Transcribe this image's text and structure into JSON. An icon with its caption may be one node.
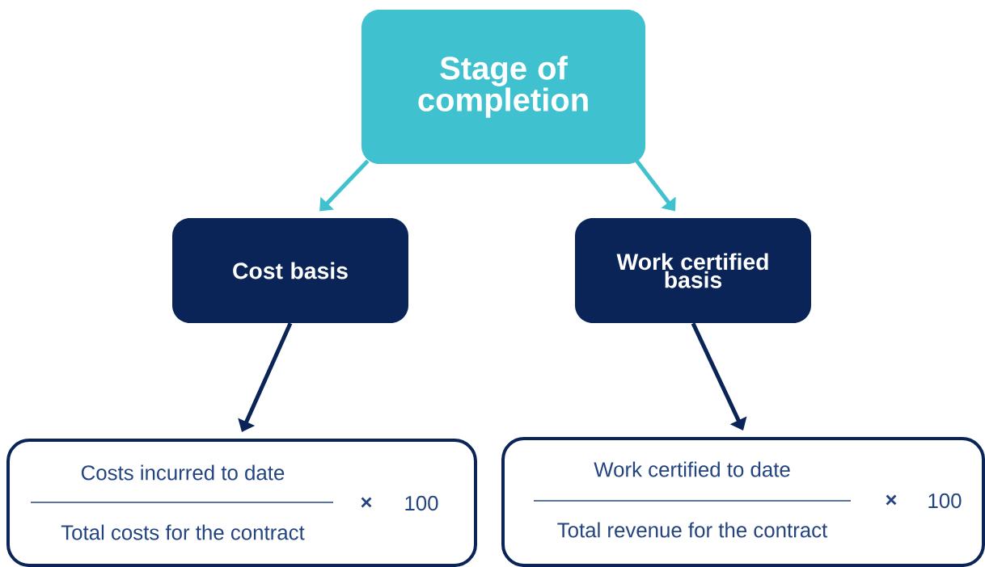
{
  "diagram": {
    "nodes": [
      {
        "text": [
          "Stage of completion"
        ]
      },
      {
        "text": [
          "Cost basis"
        ]
      },
      {
        "text": [
          "Work certified basis"
        ]
      },
      {
        "text": [
          "Costs incurred to date",
          "Total costs for the contract",
          "×",
          "100"
        ]
      },
      {
        "text": [
          "Work certified to date",
          "Total revenue for the contract",
          "×",
          "100"
        ]
      }
    ],
    "edges": [
      {
        "from": 0,
        "to": 1,
        "arrow": "to",
        "color": "#40c1cf"
      },
      {
        "from": 0,
        "to": 2,
        "arrow": "to",
        "color": "#40c1cf"
      },
      {
        "from": 1,
        "to": 3,
        "arrow": "to",
        "color": "#0a2458"
      },
      {
        "from": 2,
        "to": 4,
        "arrow": "to",
        "color": "#0a2458"
      }
    ]
  }
}
